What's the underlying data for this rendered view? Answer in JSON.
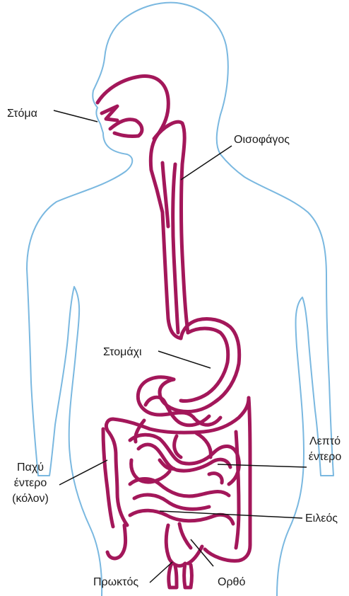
{
  "labels": {
    "mouth": "Στόμα",
    "esophagus": "Οισοφάγος",
    "stomach": "Στομάχι",
    "small_intestine": [
      "Λεπτό",
      "έντερο"
    ],
    "large_intestine": [
      "Παχύ",
      "έντερο",
      "(κόλον)"
    ],
    "ileum": "Ειλεός",
    "anus": "Πρωκτός",
    "rectum": "Ορθό"
  },
  "colors": {
    "body_outline": "#7ab8e0",
    "digestive_tract": "#a3175a",
    "leader_line": "#111111",
    "text": "#1a1a1a"
  }
}
